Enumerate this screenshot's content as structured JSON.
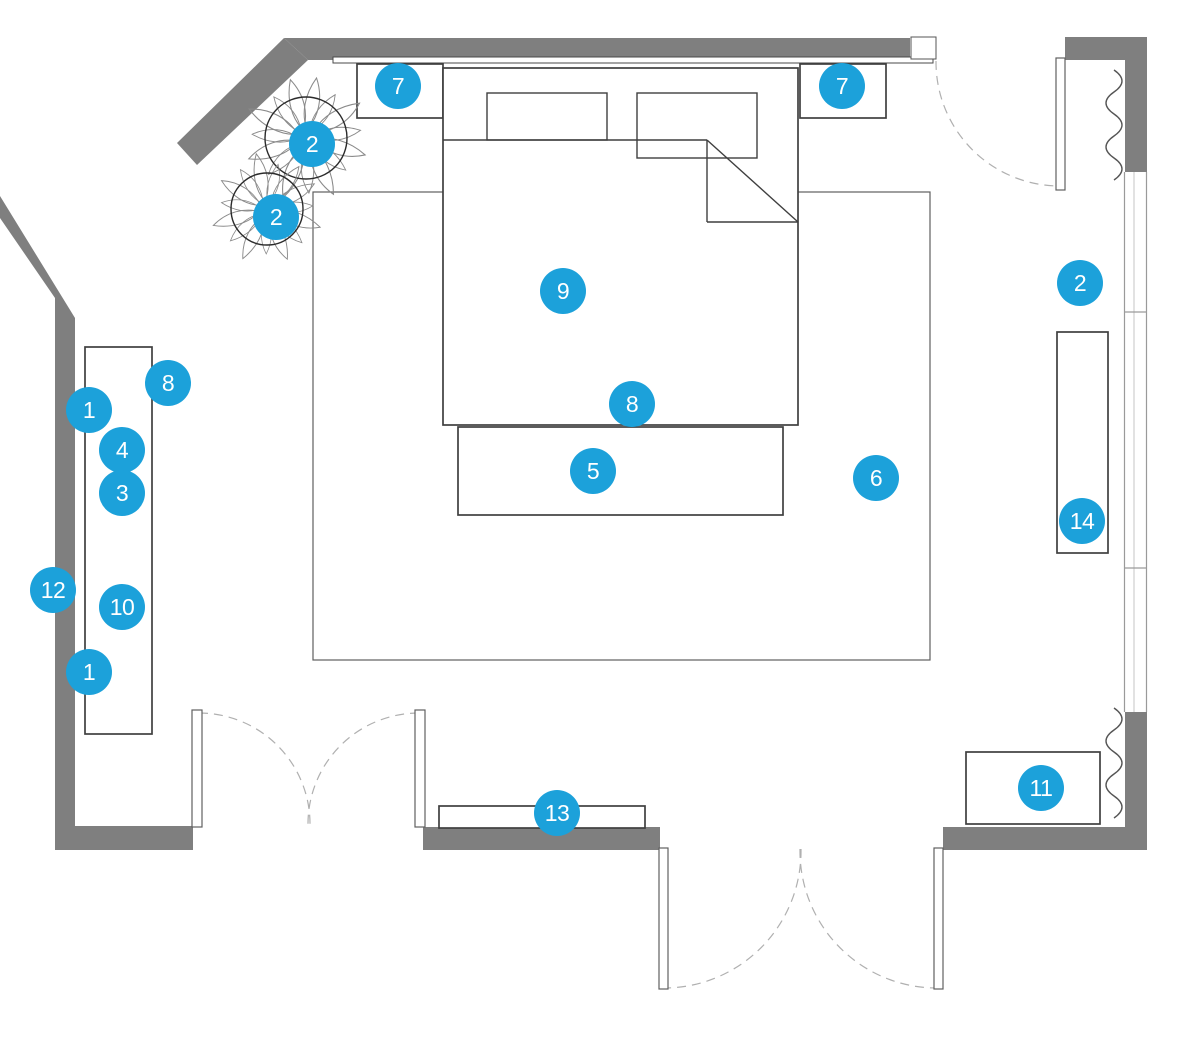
{
  "figure": {
    "kind": "bedroom floor plan with numbered hotspots"
  },
  "colors": {
    "marker_blue": "#1CA1DA",
    "marker_text": "#ffffff",
    "wall_gray": "#7f7f7f",
    "furniture_outline": "#3f3f3f",
    "door_arc_gray": "#b0b0b0",
    "window_gray": "#9a9a9a",
    "background": "#ffffff"
  },
  "markers": [
    {
      "label": "7",
      "name": "left-nightstand"
    },
    {
      "label": "7",
      "name": "right-nightstand"
    },
    {
      "label": "2",
      "name": "plant-upper"
    },
    {
      "label": "2",
      "name": "plant-lower"
    },
    {
      "label": "9",
      "name": "bed-center"
    },
    {
      "label": "2",
      "name": "right-window-area"
    },
    {
      "label": "8",
      "name": "dresser-top-corner"
    },
    {
      "label": "1",
      "name": "dresser-upper"
    },
    {
      "label": "4",
      "name": "dresser-mid-1"
    },
    {
      "label": "3",
      "name": "dresser-mid-2"
    },
    {
      "label": "8",
      "name": "bed-foot-area"
    },
    {
      "label": "5",
      "name": "foot-bench"
    },
    {
      "label": "6",
      "name": "rug"
    },
    {
      "label": "14",
      "name": "right-console"
    },
    {
      "label": "12",
      "name": "left-wall"
    },
    {
      "label": "10",
      "name": "dresser-lower"
    },
    {
      "label": "1",
      "name": "dresser-bottom"
    },
    {
      "label": "13",
      "name": "bottom-bench"
    },
    {
      "label": "11",
      "name": "bottom-right-bench"
    }
  ]
}
